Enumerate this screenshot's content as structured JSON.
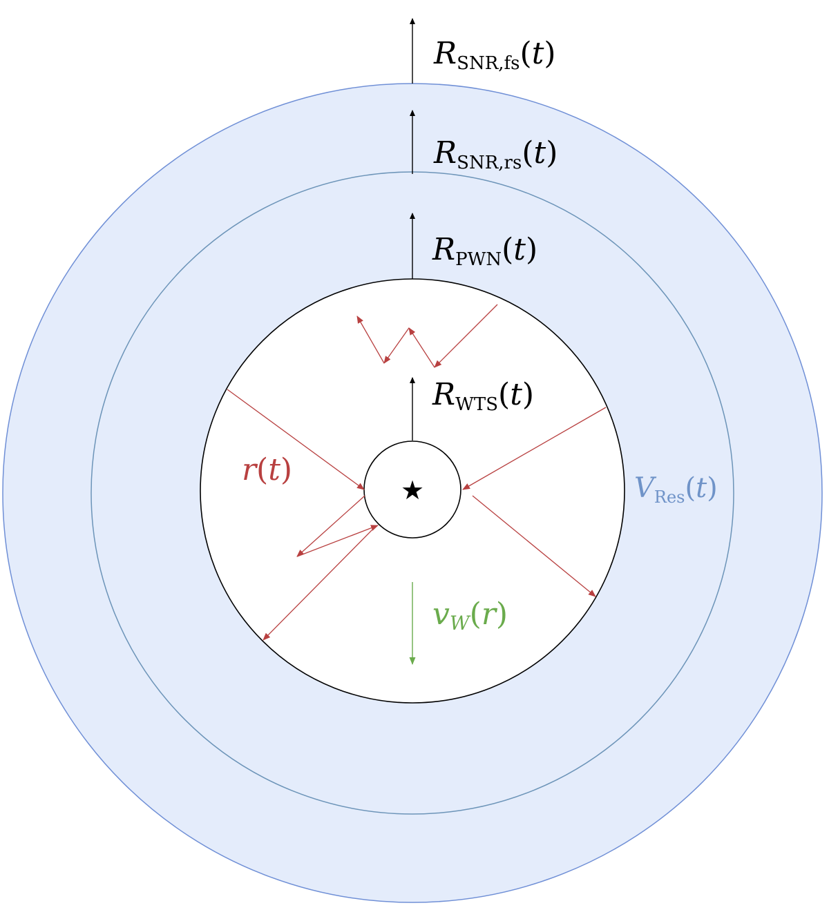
{
  "colors": {
    "outer_fill": "#e4ecfb",
    "outer_stroke": "#6f8fd6",
    "middle_stroke": "#6c94b8",
    "black": "#000000",
    "red": "#b84040",
    "green": "#6aab4c",
    "res_label": "#6f93c8"
  },
  "labels": {
    "snr_fs": {
      "var": "R",
      "sub": "SNR,fs",
      "arg": "t"
    },
    "snr_rs": {
      "var": "R",
      "sub": "SNR,rs",
      "arg": "t"
    },
    "pwn": {
      "var": "R",
      "sub": "PWN",
      "arg": "t"
    },
    "wts": {
      "var": "R",
      "sub": "WTS",
      "arg": "t"
    },
    "r_t": {
      "var": "r",
      "arg": "t"
    },
    "v_res": {
      "var": "V",
      "sub": "Res",
      "arg": "t"
    },
    "v_w": {
      "var": "v",
      "sub": "W",
      "arg": "r"
    }
  },
  "open_paren": "(",
  "close_paren": ")",
  "center_symbol": "★"
}
